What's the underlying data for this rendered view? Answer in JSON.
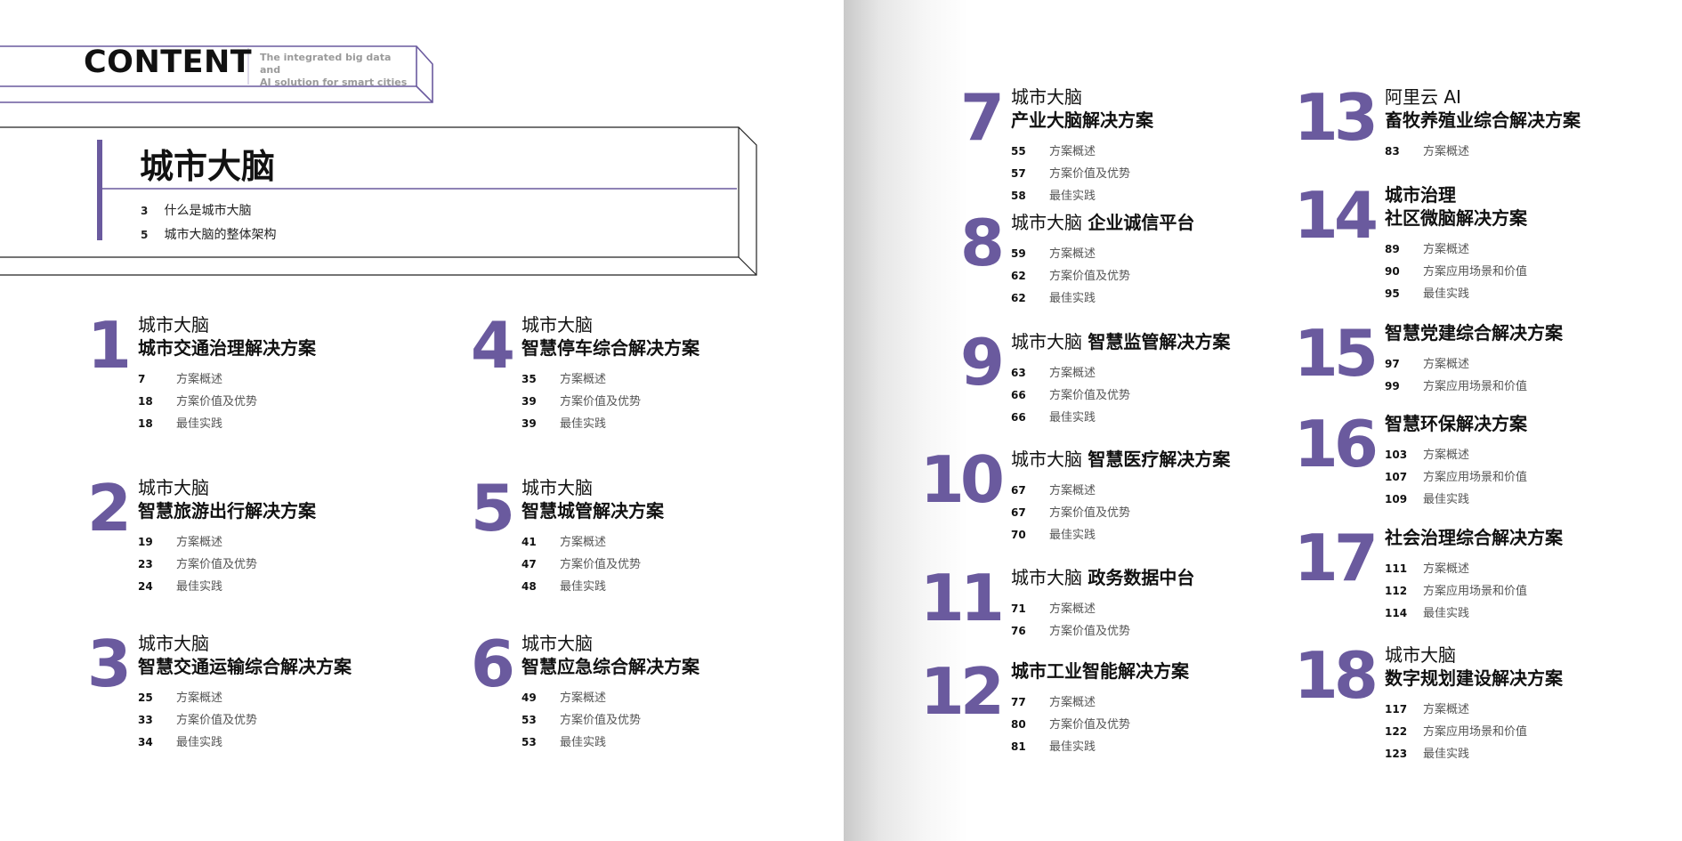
{
  "header": {
    "title": "CONTENT",
    "subtitle_line1": "The integrated big data and",
    "subtitle_line2": "AI solution for smart cities"
  },
  "intro": {
    "title": "城市大脑",
    "items": [
      {
        "page": "3",
        "label": "什么是城市大脑"
      },
      {
        "page": "5",
        "label": "城市大脑的整体架构"
      }
    ]
  },
  "sections": [
    {
      "num": "1",
      "t1": "城市大脑",
      "t1b": "",
      "t2": "城市交通治理解决方案",
      "items": [
        {
          "page": "7",
          "label": "方案概述"
        },
        {
          "page": "18",
          "label": "方案价值及优势"
        },
        {
          "page": "18",
          "label": "最佳实践"
        }
      ]
    },
    {
      "num": "2",
      "t1": "城市大脑",
      "t1b": "",
      "t2": "智慧旅游出行解决方案",
      "items": [
        {
          "page": "19",
          "label": "方案概述"
        },
        {
          "page": "23",
          "label": "方案价值及优势"
        },
        {
          "page": "24",
          "label": "最佳实践"
        }
      ]
    },
    {
      "num": "3",
      "t1": "城市大脑",
      "t1b": "",
      "t2": "智慧交通运输综合解决方案",
      "items": [
        {
          "page": "25",
          "label": "方案概述"
        },
        {
          "page": "33",
          "label": "方案价值及优势"
        },
        {
          "page": "34",
          "label": "最佳实践"
        }
      ]
    },
    {
      "num": "4",
      "t1": "城市大脑",
      "t1b": "",
      "t2": "智慧停车综合解决方案",
      "items": [
        {
          "page": "35",
          "label": "方案概述"
        },
        {
          "page": "39",
          "label": "方案价值及优势"
        },
        {
          "page": "39",
          "label": "最佳实践"
        }
      ]
    },
    {
      "num": "5",
      "t1": "城市大脑",
      "t1b": "",
      "t2": "智慧城管解决方案",
      "items": [
        {
          "page": "41",
          "label": "方案概述"
        },
        {
          "page": "47",
          "label": "方案价值及优势"
        },
        {
          "page": "48",
          "label": "最佳实践"
        }
      ]
    },
    {
      "num": "6",
      "t1": "城市大脑",
      "t1b": "",
      "t2": "智慧应急综合解决方案",
      "items": [
        {
          "page": "49",
          "label": "方案概述"
        },
        {
          "page": "53",
          "label": "方案价值及优势"
        },
        {
          "page": "53",
          "label": "最佳实践"
        }
      ]
    },
    {
      "num": "7",
      "t1": "城市大脑",
      "t1b": "",
      "t2": "产业大脑解决方案",
      "items": [
        {
          "page": "55",
          "label": "方案概述"
        },
        {
          "page": "57",
          "label": "方案价值及优势"
        },
        {
          "page": "58",
          "label": "最佳实践"
        }
      ]
    },
    {
      "num": "8",
      "t1": "城市大脑 ",
      "t1b": "企业诚信平台",
      "t2": "",
      "items": [
        {
          "page": "59",
          "label": "方案概述"
        },
        {
          "page": "62",
          "label": "方案价值及优势"
        },
        {
          "page": "62",
          "label": "最佳实践"
        }
      ]
    },
    {
      "num": "9",
      "t1": "城市大脑 ",
      "t1b": "智慧监管解决方案",
      "t2": "",
      "items": [
        {
          "page": "63",
          "label": "方案概述"
        },
        {
          "page": "66",
          "label": "方案价值及优势"
        },
        {
          "page": "66",
          "label": "最佳实践"
        }
      ]
    },
    {
      "num": "10",
      "t1": "城市大脑 ",
      "t1b": "智慧医疗解决方案",
      "t2": "",
      "items": [
        {
          "page": "67",
          "label": "方案概述"
        },
        {
          "page": "67",
          "label": "方案价值及优势"
        },
        {
          "page": "70",
          "label": "最佳实践"
        }
      ]
    },
    {
      "num": "11",
      "t1": "城市大脑 ",
      "t1b": "政务数据中台",
      "t2": "",
      "items": [
        {
          "page": "71",
          "label": "方案概述"
        },
        {
          "page": "76",
          "label": "方案价值及优势"
        }
      ]
    },
    {
      "num": "12",
      "t1": "",
      "t1b": "城市工业智能解决方案",
      "t2": "",
      "items": [
        {
          "page": "77",
          "label": "方案概述"
        },
        {
          "page": "80",
          "label": "方案价值及优势"
        },
        {
          "page": "81",
          "label": "最佳实践"
        }
      ]
    },
    {
      "num": "13",
      "t1": "阿里云 AI",
      "t1b": "",
      "t2": "畜牧养殖业综合解决方案",
      "items": [
        {
          "page": "83",
          "label": "方案概述"
        }
      ]
    },
    {
      "num": "14",
      "t1": "",
      "t1b": "城市治理",
      "t2": "社区微脑解决方案",
      "items": [
        {
          "page": "89",
          "label": "方案概述"
        },
        {
          "page": "90",
          "label": "方案应用场景和价值"
        },
        {
          "page": "95",
          "label": "最佳实践"
        }
      ]
    },
    {
      "num": "15",
      "t1": "",
      "t1b": "智慧党建综合解决方案",
      "t2": "",
      "items": [
        {
          "page": "97",
          "label": "方案概述"
        },
        {
          "page": "99",
          "label": "方案应用场景和价值"
        }
      ]
    },
    {
      "num": "16",
      "t1": "",
      "t1b": "智慧环保解决方案",
      "t2": "",
      "items": [
        {
          "page": "103",
          "label": "方案概述"
        },
        {
          "page": "107",
          "label": "方案应用场景和价值"
        },
        {
          "page": "109",
          "label": "最佳实践"
        }
      ]
    },
    {
      "num": "17",
      "t1": "",
      "t1b": "社会治理综合解决方案",
      "t2": "",
      "items": [
        {
          "page": "111",
          "label": "方案概述"
        },
        {
          "page": "112",
          "label": "方案应用场景和价值"
        },
        {
          "page": "114",
          "label": "最佳实践"
        }
      ]
    },
    {
      "num": "18",
      "t1": "城市大脑",
      "t1b": "",
      "t2": "数字规划建设解决方案",
      "items": [
        {
          "page": "117",
          "label": "方案概述"
        },
        {
          "page": "122",
          "label": "方案应用场景和价值"
        },
        {
          "page": "123",
          "label": "最佳实践"
        }
      ]
    }
  ],
  "colors": {
    "accent": "#6a5a9e",
    "frame": "#6a5a9e"
  }
}
